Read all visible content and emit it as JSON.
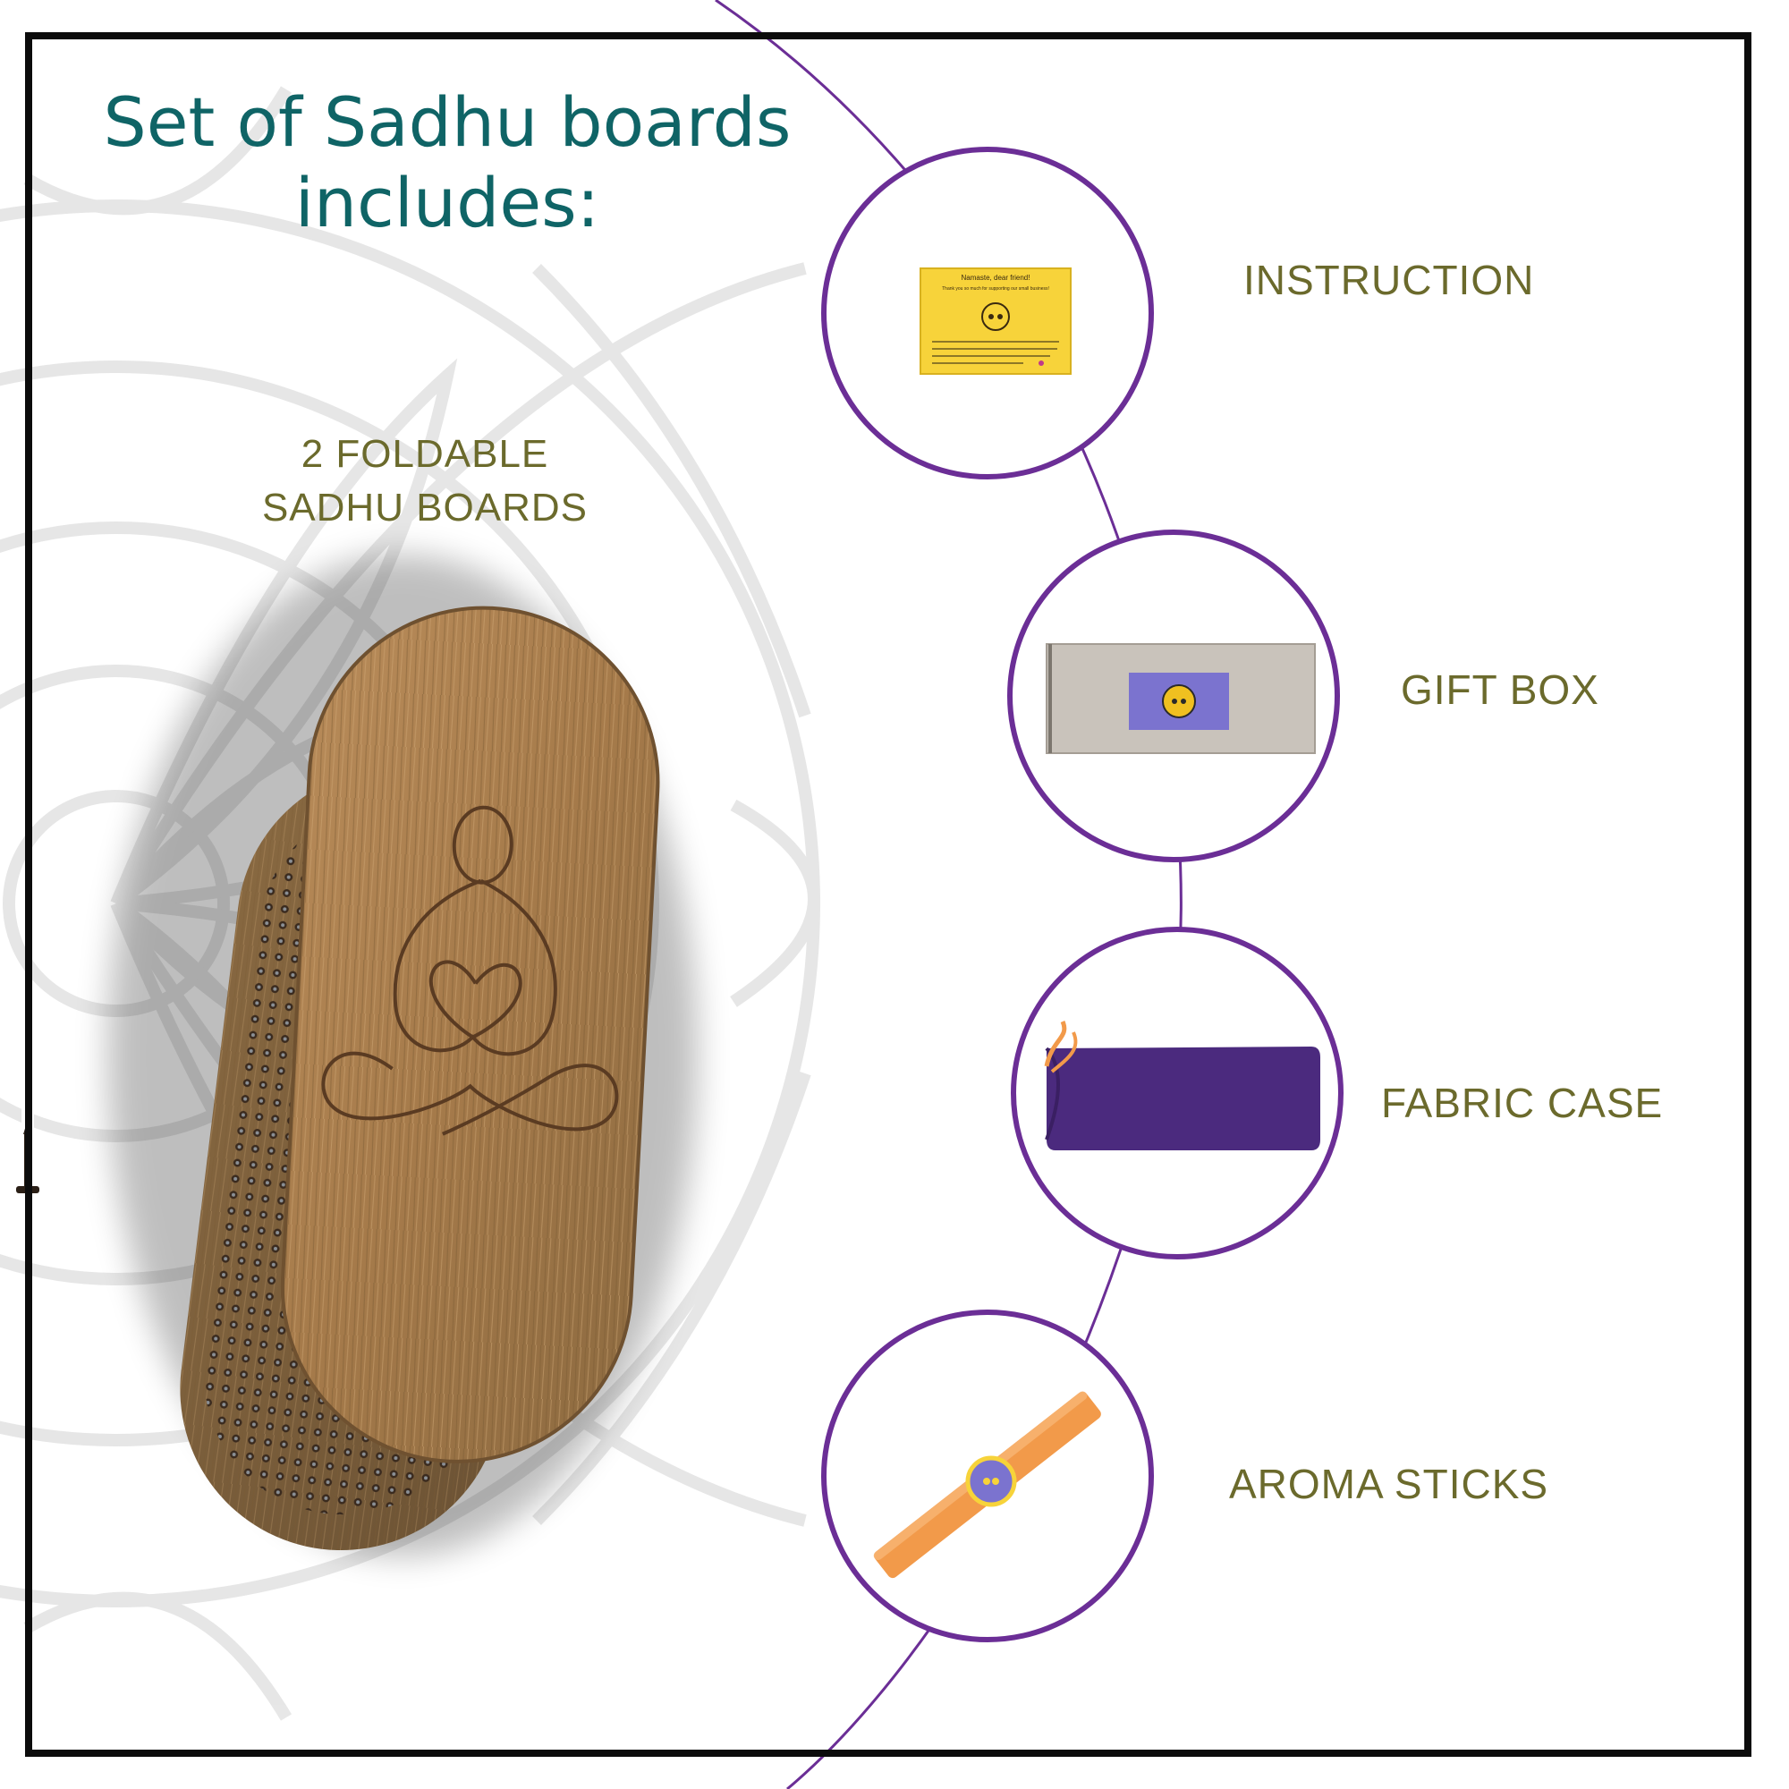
{
  "title": {
    "line1": "Set of Sadhu boards",
    "line2": "includes:"
  },
  "boards_label": {
    "line1": "2 FOLDABLE",
    "line2": "SADHU BOARDS"
  },
  "items": [
    {
      "label": "INSTRUCTION",
      "image": "instruction-card"
    },
    {
      "label": "GIFT BOX",
      "image": "gift-box"
    },
    {
      "label": "FABRIC CASE",
      "image": "fabric-case"
    },
    {
      "label": "AROMA STICKS",
      "image": "aroma-sticks"
    }
  ],
  "instruction_card": {
    "heading": "Namaste, dear friend!",
    "line": "Thank you so much for supporting our small business!"
  },
  "colors": {
    "title": "#0f6466",
    "label": "#6b6a2c",
    "circle_stroke": "#6b2e96",
    "frame": "#0c0c0c",
    "card": "#f7d33a",
    "box_label": "#7b73cf",
    "case": "#4b2a7e",
    "stick": "#f29a4a"
  }
}
